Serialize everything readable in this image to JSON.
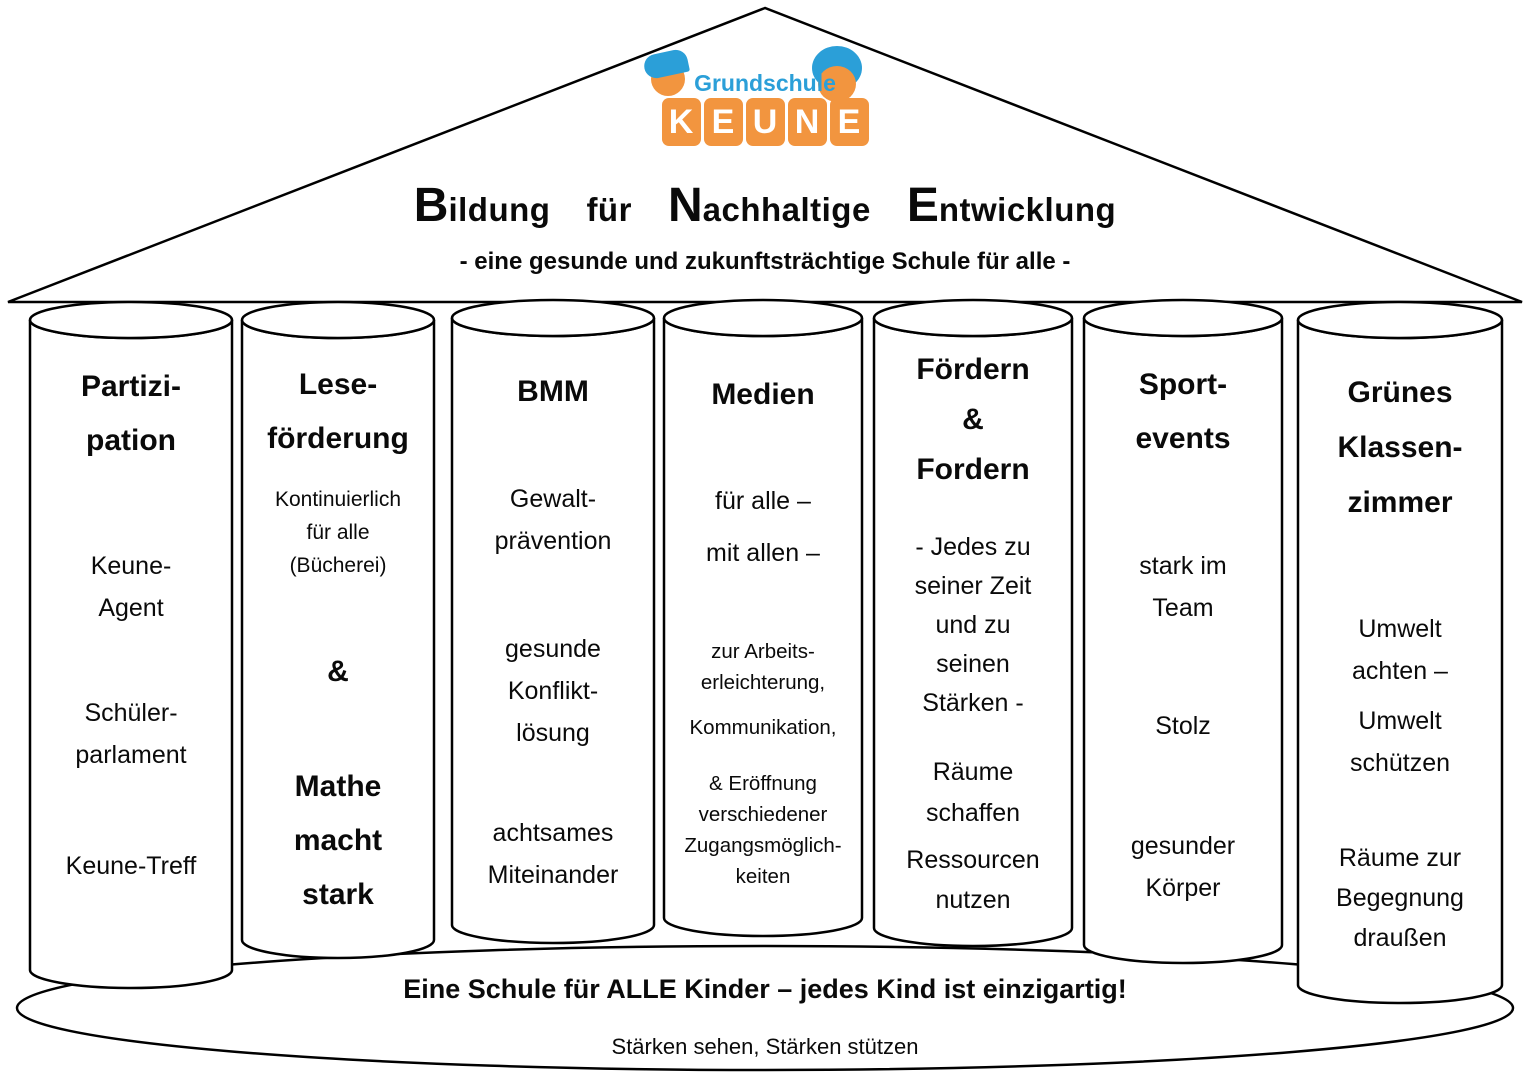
{
  "logo": {
    "school_type": "Grundschule",
    "letters": [
      "K",
      "E",
      "U",
      "N",
      "E"
    ]
  },
  "roof": {
    "title": {
      "w1_initial": "B",
      "w1_rest": "ildung",
      "w2": "für",
      "w3_initial": "N",
      "w3_rest": "achhaltige",
      "w4_initial": "E",
      "w4_rest": "ntwicklung"
    },
    "subtitle": "-  eine gesunde und zukunftsträchtige Schule für alle   -"
  },
  "pillars": [
    {
      "title": "Partizi-\npation",
      "blocks": [
        "Keune-\nAgent",
        "Schüler-\nparlament",
        "Keune-Treff"
      ]
    },
    {
      "title": "Lese-\nförderung",
      "blocks": [
        "Kontinuierlich\nfür alle\n(Bücherei)",
        "&",
        "Mathe\nmacht\nstark"
      ]
    },
    {
      "title": "BMM",
      "blocks": [
        "Gewalt-\nprävention",
        "gesunde\nKonflikt-\nlösung",
        "achtsames\nMiteinander"
      ]
    },
    {
      "title": "Medien",
      "blocks": [
        "für alle –",
        "mit allen –",
        "zur Arbeits-\nerleichterung,",
        "Kommunikation,",
        "& Eröffnung\nverschiedener\nZugangsmöglich-\nkeiten"
      ]
    },
    {
      "title": "Fördern\n&\nFordern",
      "blocks": [
        "-  Jedes zu\nseiner Zeit\nund zu\nseinen\nStärken -",
        "Räume\nschaffen",
        "Ressourcen\nnutzen"
      ]
    },
    {
      "title": "Sport-\nevents",
      "blocks": [
        "stark im\nTeam",
        "Stolz",
        "gesunder\nKörper"
      ]
    },
    {
      "title": "Grünes\nKlassen-\nzimmer",
      "blocks": [
        "Umwelt\nachten –",
        "Umwelt\nschützen",
        "Räume zur\nBegegnung\ndraußen"
      ]
    }
  ],
  "base": {
    "line1": "Eine Schule für ALLE Kinder – jedes Kind ist einzigartig!",
    "line2": "Stärken sehen, Stärken stützen"
  },
  "colors": {
    "logo_orange": "#f2953f",
    "logo_blue": "#2b9fd8",
    "outline": "#000000"
  }
}
